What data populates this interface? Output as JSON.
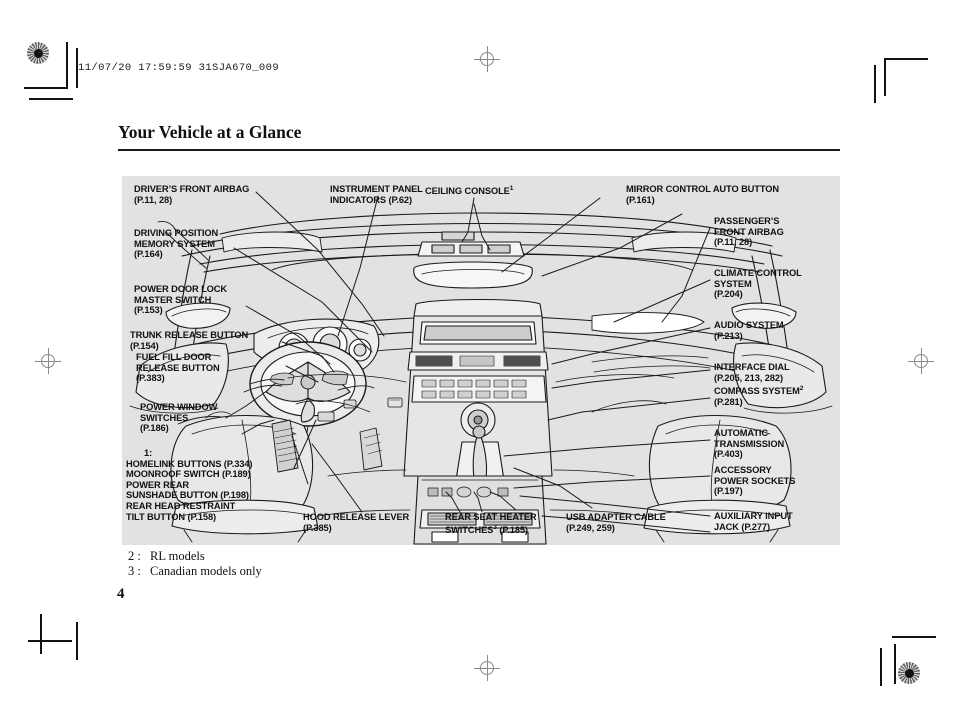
{
  "document": {
    "print_slug": "11/07/20 17:59:59 31SJA670_009",
    "title": "Your Vehicle at a Glance",
    "page_number": "4"
  },
  "footnotes": [
    {
      "marker": "2 :",
      "text": "RL models"
    },
    {
      "marker": "3 :",
      "text": "Canadian models only"
    }
  ],
  "diagram": {
    "caption": "vehicle-interior-cutaway",
    "callouts_left": [
      {
        "id": "drivers-front-airbag",
        "lines": [
          "DRIVER’S FRONT AIRBAG",
          "(P.11, 28)"
        ]
      },
      {
        "id": "driving-position-memory-system",
        "lines": [
          "DRIVING POSITION",
          "MEMORY SYSTEM",
          "(P.164)"
        ]
      },
      {
        "id": "power-door-lock-master-switch",
        "lines": [
          "POWER DOOR LOCK",
          "MASTER SWITCH",
          "(P.153)"
        ]
      },
      {
        "id": "trunk-release-button",
        "lines": [
          "TRUNK RELEASE BUTTON",
          "(P.154)"
        ]
      },
      {
        "id": "fuel-fill-door-release-button",
        "lines": [
          "FUEL FILL DOOR",
          "RELEASE BUTTON",
          "(P.383)"
        ]
      },
      {
        "id": "power-window-switches",
        "lines": [
          "POWER WINDOW",
          "SWITCHES",
          "(P.186)"
        ]
      }
    ],
    "callouts_group_one": {
      "marker": "1:",
      "lines": [
        "HOMELINK BUTTONS (P.334)",
        "MOONROOF SWITCH (P.189)",
        "POWER REAR",
        "SUNSHADE BUTTON (P.198)",
        "REAR HEAD RESTRAINT",
        "TILT BUTTON (P.158)"
      ]
    },
    "callouts_top": [
      {
        "id": "instrument-panel-indicators",
        "lines": [
          "INSTRUMENT PANEL",
          "INDICATORS (P.62)"
        ]
      },
      {
        "id": "ceiling-console",
        "lines": [
          "CEILING CONSOLE"
        ],
        "superscript": "1"
      },
      {
        "id": "mirror-control-auto-button",
        "lines": [
          "MIRROR CONTROL AUTO BUTTON",
          "(P.161)"
        ]
      }
    ],
    "callouts_right": [
      {
        "id": "passengers-front-airbag",
        "lines": [
          "PASSENGER’S",
          "FRONT AIRBAG",
          "(P.11, 28)"
        ]
      },
      {
        "id": "climate-control-system",
        "lines": [
          "CLIMATE CONTROL",
          "SYSTEM",
          "(P.204)"
        ]
      },
      {
        "id": "audio-system",
        "lines": [
          "AUDIO SYSTEM",
          "(P.213)"
        ]
      },
      {
        "id": "interface-dial",
        "lines": [
          "INTERFACE DIAL",
          "(P.205, 213, 282)"
        ]
      },
      {
        "id": "compass-system",
        "lines": [
          "COMPASS SYSTEM"
        ],
        "superscript": "2",
        "extra": "(P.281)"
      },
      {
        "id": "automatic-transmission",
        "lines": [
          "AUTOMATIC",
          "TRANSMISSION",
          "(P.403)"
        ]
      },
      {
        "id": "accessory-power-sockets",
        "lines": [
          "ACCESSORY",
          "POWER SOCKETS",
          "(P.197)"
        ]
      },
      {
        "id": "auxiliary-input-jack",
        "lines": [
          "AUXILIARY INPUT",
          "JACK (P.277)"
        ]
      }
    ],
    "callouts_bottom": [
      {
        "id": "hood-release-lever",
        "lines": [
          "HOOD RELEASE LEVER",
          "(P.385)"
        ]
      },
      {
        "id": "rear-seat-heater-switches",
        "lines": [
          "REAR SEAT HEATER",
          "SWITCHES"
        ],
        "superscript": "3",
        "extra": "(P.185)"
      },
      {
        "id": "usb-adapter-cable",
        "lines": [
          "USB ADAPTER CABLE",
          "(P.249, 259)"
        ]
      }
    ]
  },
  "colors": {
    "panel_background": "#e2e2e2",
    "text": "#111111",
    "line": "#1a1a1a"
  }
}
